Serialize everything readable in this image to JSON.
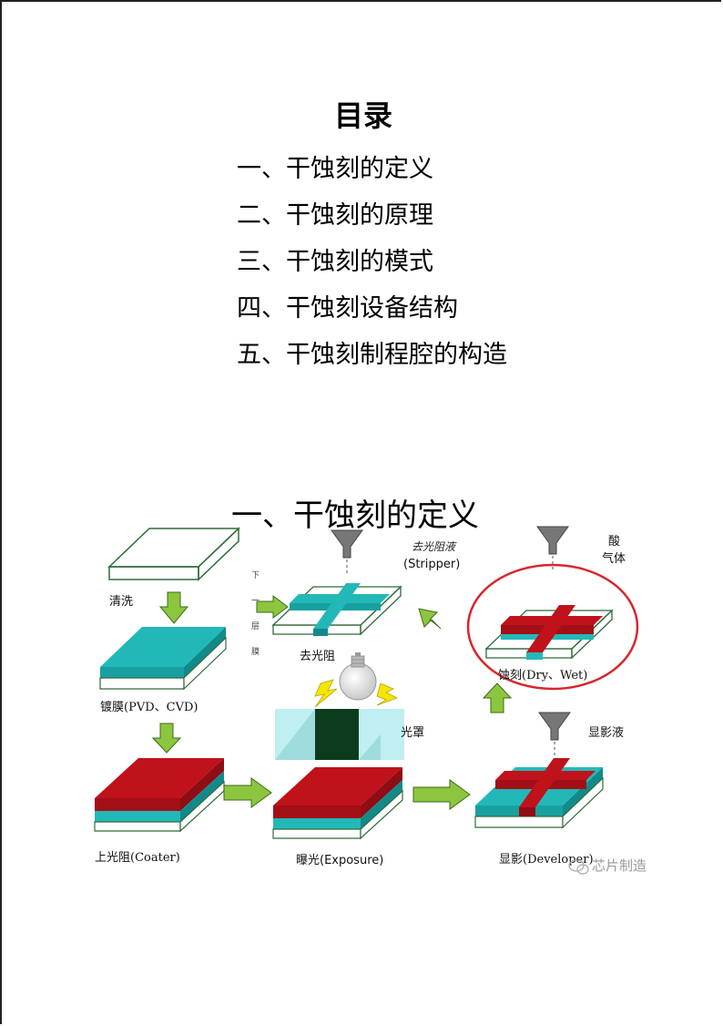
{
  "toc": {
    "title": "目录",
    "items": [
      "一、干蚀刻的定义",
      "二、干蚀刻的原理",
      "三、干蚀刻的模式",
      "四、干蚀刻设备结构",
      "五、干蚀刻制程腔的构造"
    ]
  },
  "section": {
    "title": "一、干蚀刻的定义"
  },
  "diagram": {
    "labels": {
      "clean": "清洗",
      "coating": "镀膜(PVD、CVD)",
      "coater": "上光阻(Coater)",
      "exposure": "曝光(Exposure)",
      "developer": "显影(Developer)",
      "developer_liquid": "显影液",
      "mask": "光罩",
      "strip": "去光阻",
      "stripper_cn": "去光阻液",
      "stripper_en": "(Stripper)",
      "acid_line1": "酸",
      "acid_line2": "气体",
      "etch": "蚀刻(Dry、Wet)",
      "next_layer": [
        "下",
        "一",
        "层",
        "膜"
      ]
    },
    "colors": {
      "film": "#23b8b8",
      "photoresist": "#c0121b",
      "arrow": "#8cc63f",
      "ellipse": "#d8262e",
      "mask_dark": "#0d3b1e",
      "mask_light": "#bfeff0",
      "funnel": "#777777"
    },
    "icons": [
      "funnel-icon",
      "lightbulb-icon",
      "lightning-icon",
      "arrow-icon"
    ]
  },
  "watermark": {
    "text": "芯片制造"
  }
}
